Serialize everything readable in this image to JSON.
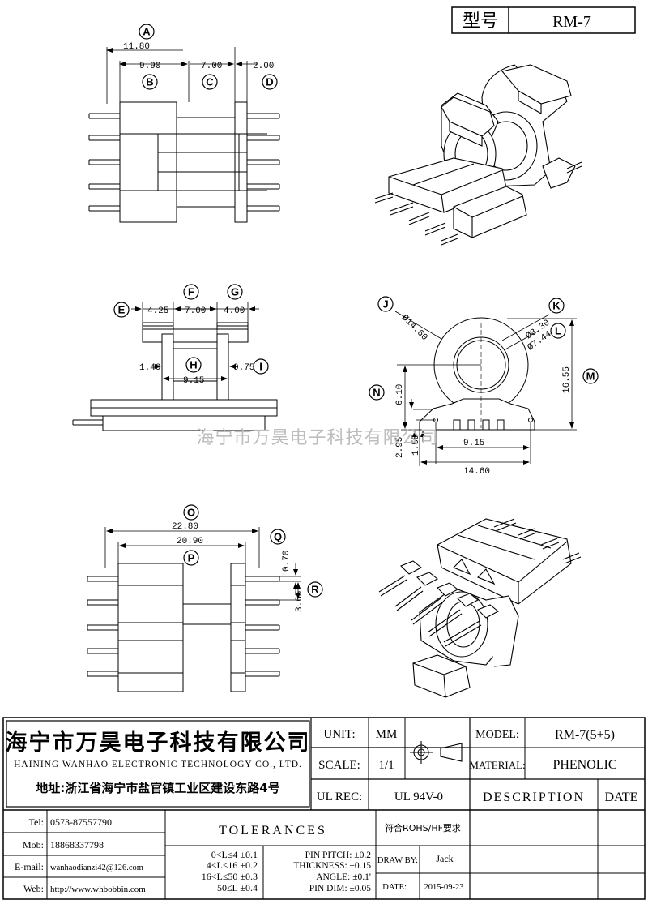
{
  "header": {
    "type_label": "型号",
    "model": "RM-7"
  },
  "watermark": "海宁市万昊电子科技有限公司",
  "views": {
    "top": {
      "dims": {
        "A": "11.80",
        "B": "9.90",
        "C": "7.00",
        "D": "2.00"
      },
      "callouts": [
        "A",
        "B",
        "C",
        "D"
      ]
    },
    "middle": {
      "dims": {
        "E": "4.25",
        "F": "7.00",
        "G": "4.00",
        "H": "9.15",
        "H_left": "1.40",
        "I": "0.75"
      },
      "callouts": [
        "E",
        "F",
        "G",
        "H",
        "I"
      ]
    },
    "front": {
      "dims": {
        "J": "Ø14.60",
        "K": "Ø8.30",
        "L": "Ø7.44",
        "M": "16.55",
        "N": "6.10",
        "h1": "2.95",
        "h2": "1.55",
        "w1": "9.15",
        "w2": "14.60"
      },
      "callouts": [
        "J",
        "K",
        "L",
        "M",
        "N"
      ]
    },
    "bottom": {
      "dims": {
        "O": "22.80",
        "P": "20.90",
        "Q": "0.70",
        "R": "3.65"
      },
      "callouts": [
        "O",
        "P",
        "Q",
        "R"
      ]
    }
  },
  "title_block": {
    "company_cn": "海宁市万昊电子科技有限公司",
    "company_en": "HAINING WANHAO ELECTRONIC TECHNOLOGY CO., LTD.",
    "address": "地址:浙江省海宁市盐官镇工业区建设东路4号",
    "unit_label": "UNIT:",
    "unit_value": "MM",
    "scale_label": "SCALE:",
    "scale_value": "1/1",
    "ulrec_label": "UL REC:",
    "ulrec_value": "UL 94V-0",
    "model_label": "MODEL:",
    "model_value": "RM-7(5+5)",
    "material_label": "MATERIAL:",
    "material_value": "PHENOLIC",
    "description_label": "DESCRIPTION",
    "date_label": "DATE",
    "contacts": [
      {
        "label": "Tel:",
        "value": "0573-87557790"
      },
      {
        "label": "Mob:",
        "value": "18868337798"
      },
      {
        "label": "E-mail:",
        "value": "wanhaodianzi42@126.com"
      },
      {
        "label": "Web:",
        "value": "http://www.whbobbin.com"
      }
    ],
    "tolerances_title": "TOLERANCES",
    "tolerances": [
      "0<L≤4 ±0.1",
      "4<L≤16 ±0.2",
      "16<L≤50 ±0.3",
      "50≤L ±0.4"
    ],
    "pin_specs": [
      "PIN PITCH: ±0.2",
      "THICKNESS: ±0.15",
      "ANGLE: ±0.1'",
      "PIN DIM: ±0.05"
    ],
    "rohs": "符合ROHS/HF要求",
    "draw_by_label": "DRAW BY:",
    "draw_by_value": "Jack",
    "date_field_label": "DATE:",
    "date_field_value": "2015-09-23"
  }
}
